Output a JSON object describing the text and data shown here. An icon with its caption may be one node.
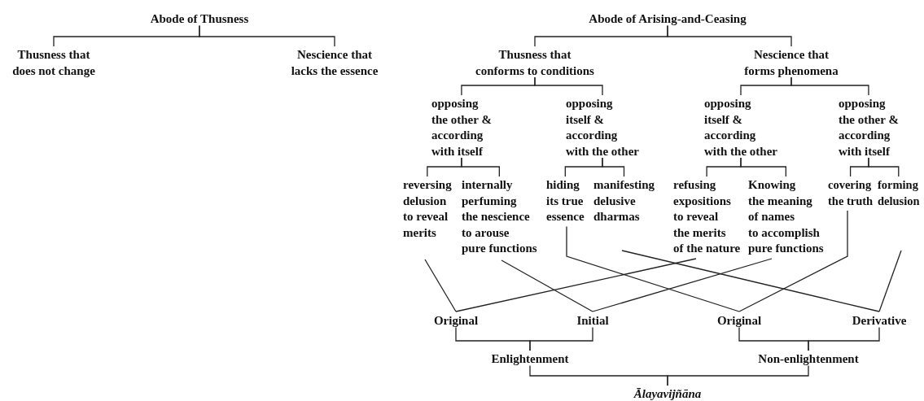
{
  "diagram": {
    "nodes": [
      {
        "text": [
          "Abode of Thusness"
        ]
      },
      {
        "text": [
          "Thusness that does not change"
        ]
      },
      {
        "text": [
          "Nescience that lacks the essence"
        ]
      },
      {
        "text": [
          "Abode of Arising-and-Ceasing"
        ]
      },
      {
        "text": [
          "Thusness that conforms to conditions"
        ]
      },
      {
        "text": [
          "Nescience that forms phenomena"
        ]
      },
      {
        "text": [
          "opposing the other & according with itself"
        ]
      },
      {
        "text": [
          "opposing itself & according with the other"
        ]
      },
      {
        "text": [
          "opposing itself & according with the other"
        ]
      },
      {
        "text": [
          "opposing the other & according with itself"
        ]
      },
      {
        "text": [
          "reversing delusion to reveal merits"
        ]
      },
      {
        "text": [
          "internally perfuming the nescience to arouse pure functions"
        ]
      },
      {
        "text": [
          "hiding its true essence"
        ]
      },
      {
        "text": [
          "manifesting delusive dharmas"
        ]
      },
      {
        "text": [
          "refusing expositions to reveal the merits of the nature"
        ]
      },
      {
        "text": [
          "Knowing the meaning of names to accomplish pure functions"
        ]
      },
      {
        "text": [
          "covering the truth"
        ]
      },
      {
        "text": [
          "forming delusion"
        ]
      },
      {
        "text": [
          "Original"
        ]
      },
      {
        "text": [
          "Initial"
        ]
      },
      {
        "text": [
          "Original"
        ]
      },
      {
        "text": [
          "Derivative"
        ]
      },
      {
        "text": [
          "Enlightenment"
        ]
      },
      {
        "text": [
          "Non-enlightenment"
        ]
      },
      {
        "text": [
          "Ālayavijñāna"
        ]
      }
    ],
    "edges": [
      {
        "from": 0,
        "to": 1,
        "arrow": "none"
      },
      {
        "from": 0,
        "to": 2,
        "arrow": "none"
      },
      {
        "from": 3,
        "to": 4,
        "arrow": "none"
      },
      {
        "from": 3,
        "to": 5,
        "arrow": "none"
      },
      {
        "from": 4,
        "to": 6,
        "arrow": "none"
      },
      {
        "from": 4,
        "to": 7,
        "arrow": "none"
      },
      {
        "from": 5,
        "to": 8,
        "arrow": "none"
      },
      {
        "from": 5,
        "to": 9,
        "arrow": "none"
      },
      {
        "from": 6,
        "to": 10,
        "arrow": "none"
      },
      {
        "from": 6,
        "to": 11,
        "arrow": "none"
      },
      {
        "from": 7,
        "to": 12,
        "arrow": "none"
      },
      {
        "from": 7,
        "to": 13,
        "arrow": "none"
      },
      {
        "from": 8,
        "to": 14,
        "arrow": "none"
      },
      {
        "from": 8,
        "to": 15,
        "arrow": "none"
      },
      {
        "from": 9,
        "to": 16,
        "arrow": "none"
      },
      {
        "from": 9,
        "to": 17,
        "arrow": "none"
      },
      {
        "from": 10,
        "to": 18,
        "arrow": "none"
      },
      {
        "from": 14,
        "to": 18,
        "arrow": "none"
      },
      {
        "from": 11,
        "to": 19,
        "arrow": "none"
      },
      {
        "from": 15,
        "to": 19,
        "arrow": "none"
      },
      {
        "from": 12,
        "to": 20,
        "arrow": "none"
      },
      {
        "from": 16,
        "to": 20,
        "arrow": "none"
      },
      {
        "from": 13,
        "to": 21,
        "arrow": "none"
      },
      {
        "from": 17,
        "to": 21,
        "arrow": "none"
      },
      {
        "from": 18,
        "to": 22,
        "arrow": "none"
      },
      {
        "from": 19,
        "to": 22,
        "arrow": "none"
      },
      {
        "from": 20,
        "to": 23,
        "arrow": "none"
      },
      {
        "from": 21,
        "to": 23,
        "arrow": "none"
      },
      {
        "from": 22,
        "to": 24,
        "arrow": "none"
      },
      {
        "from": 23,
        "to": 24,
        "arrow": "none"
      }
    ]
  }
}
